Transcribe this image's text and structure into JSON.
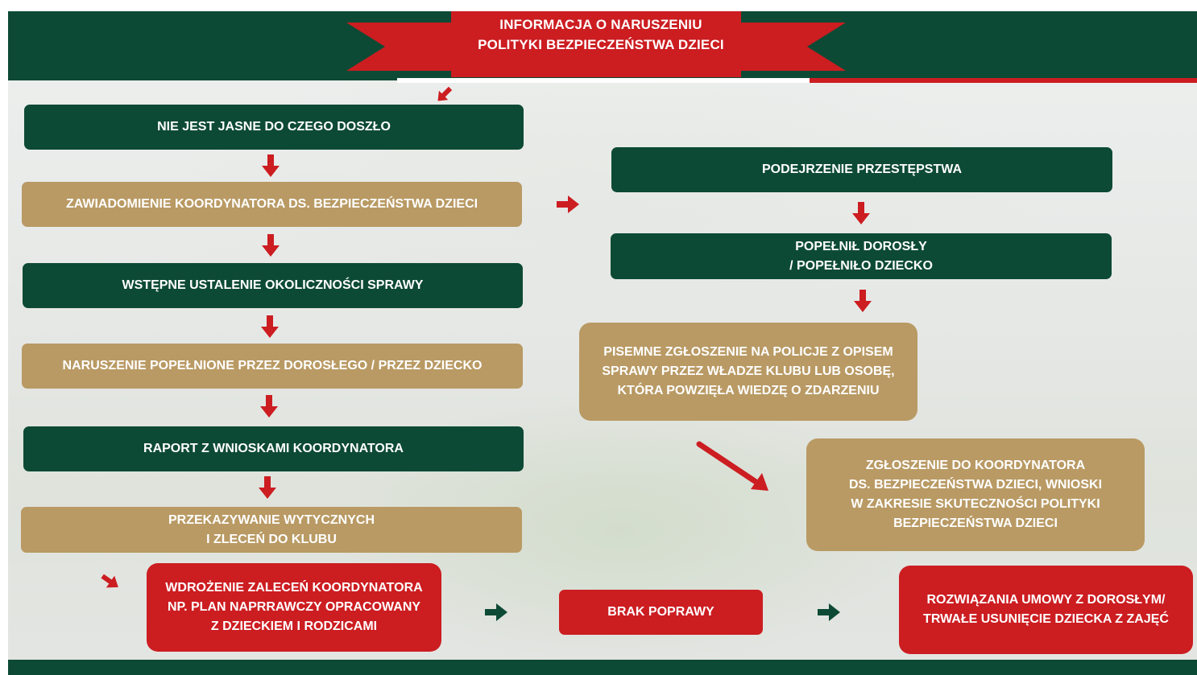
{
  "header": {
    "title_line1": "INFORMACJA O NARUSZENIU",
    "title_line2": "POLITYKI BEZPIECZEŃSTWA DZIECI"
  },
  "colors": {
    "dark_green": "#0d4a35",
    "gold": "#b99a64",
    "red": "#cc1d21",
    "white": "#ffffff"
  },
  "left_column": {
    "step1": "NIE JEST JASNE DO CZEGO DOSZŁO",
    "step2": "ZAWIADOMIENIE KOORDYNATORA DS. BEZPIECZEŃSTWA DZIECI",
    "step3": "WSTĘPNE USTALENIE OKOLICZNOŚCI SPRAWY",
    "step4": "NARUSZENIE POPEŁNIONE PRZEZ DOROSŁEGO / PRZEZ DZIECKO",
    "step5": "RAPORT Z WNIOSKAMI KOORDYNATORA",
    "step6_line1": "PRZEKAZYWANIE WYTYCZNYCH",
    "step6_line2": "I ZLECEŃ DO KLUBU"
  },
  "right_column": {
    "step1": "PODEJRZENIE PRZESTĘPSTWA",
    "step2_line1": "POPEŁNIŁ DOROSŁY",
    "step2_line2": "/ POPEŁNIŁO DZIECKO",
    "step3_line1": "PISEMNE ZGŁOSZENIE NA POLICJE Z OPISEM",
    "step3_line2": "SPRAWY PRZEZ WŁADZE KLUBU LUB OSOBĘ,",
    "step3_line3": "KTÓRA POWZIĘŁA WIEDZĘ O ZDARZENIU",
    "step4_line1": "ZGŁOSZENIE DO KOORDYNATORA",
    "step4_line2": "DS. BEZPIECZEŃSTWA DZIECI, WNIOSKI",
    "step4_line3": "W ZAKRESIE SKUTECZNOŚCI POLITYKI",
    "step4_line4": "BEZPIECZEŃSTWA DZIECI"
  },
  "bottom_row": {
    "box1_line1": "WDROŻENIE ZALECEŃ KOORDYNATORA",
    "box1_line2": "NP. PLAN NAPRRAWCZY OPRACOWANY",
    "box1_line3": "Z DZIECKIEM I RODZICAMI",
    "box2": "BRAK POPRAWY",
    "box3_line1": "ROZWIĄZANIA UMOWY Z DOROSŁYM/",
    "box3_line2": "TRWAŁE USUNIĘCIE DZIECKA Z ZAJĘĆ"
  }
}
